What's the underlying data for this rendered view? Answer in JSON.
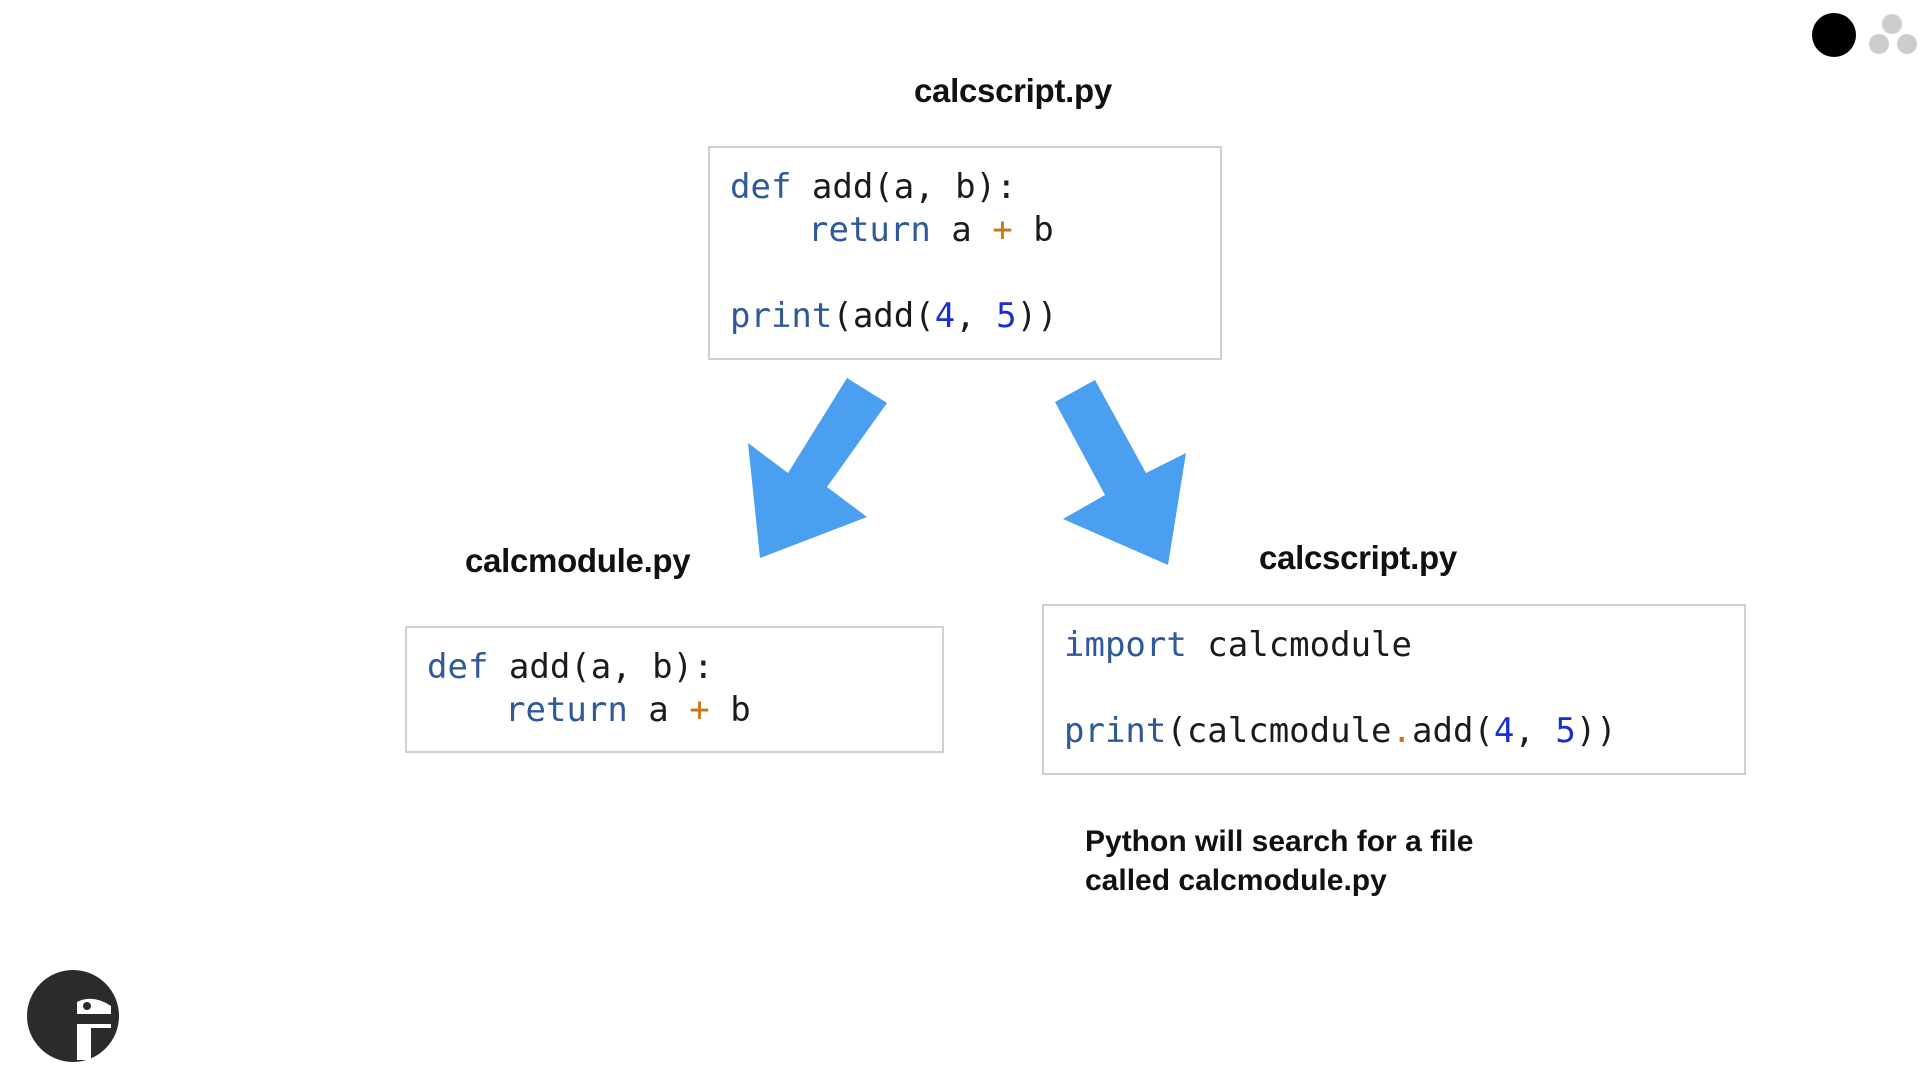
{
  "colors": {
    "keyword": "#2f5a97",
    "operator": "#c9760f",
    "number": "#1a2fd0",
    "text": "#1b1b1b",
    "arrow": "#4a9ff0",
    "border": "#d0d0d0"
  },
  "top": {
    "filename": "calcscript.py",
    "code": {
      "l1_kw": "def",
      "l1_rest": " add(a, b):",
      "l2_kw": "return",
      "l2_a": " a ",
      "l2_op": "+",
      "l2_b": " b",
      "l4_kw": "print",
      "l4_p1": "(add(",
      "l4_n1": "4",
      "l4_sep": ", ",
      "l4_n2": "5",
      "l4_p2": "))"
    }
  },
  "module": {
    "filename": "calcmodule.py",
    "code": {
      "l1_kw": "def",
      "l1_rest": " add(a, b):",
      "l2_kw": "return",
      "l2_a": " a ",
      "l2_op": "+",
      "l2_b": " b"
    }
  },
  "script": {
    "filename": "calcscript.py",
    "code": {
      "l1_kw": "import",
      "l1_rest": " calcmodule",
      "l3_kw": "print",
      "l3_p1": "(calcmodule",
      "l3_dot": ".",
      "l3_p2": "add(",
      "l3_n1": "4",
      "l3_sep": ", ",
      "l3_n2": "5",
      "l3_p3": "))"
    }
  },
  "note": {
    "line1": "Python will search for a file",
    "line2": "called calcmodule.py"
  },
  "icons": {
    "arrows": "arrow-down-left-icon, arrow-down-right-icon",
    "dots": "slide-indicator-dots-icon",
    "logo": "brand-logo-icon"
  }
}
